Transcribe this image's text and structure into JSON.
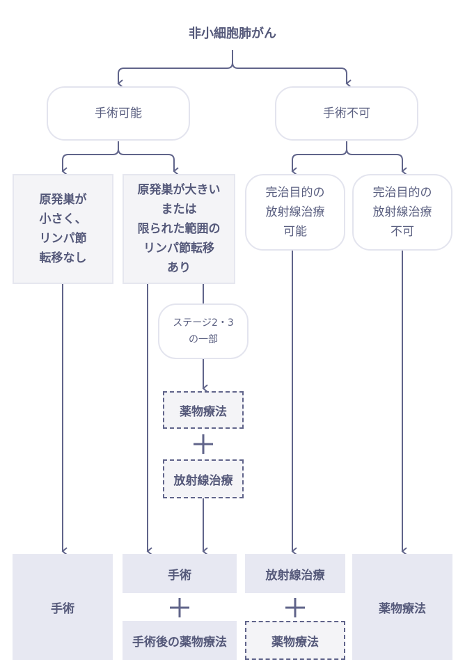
{
  "title": "非小細胞肺がん",
  "branches": {
    "operable": "手術可能",
    "inoperable": "手術不可"
  },
  "conditions": {
    "small": "原発巣が\n小さく、\nリンパ節\n転移なし",
    "large": "原発巣が大きい\nまたは\n限られた範囲の\nリンパ節転移\nあり",
    "radical_ok": "完治目的の\n放射線治療\n可能",
    "radical_ng": "完治目的の\n放射線治療\n不可"
  },
  "stage_note": "ステージ2・3\nの一部",
  "neoadjuvant": {
    "drug": "薬物療法",
    "radiation": "放射線治療"
  },
  "results": {
    "surgery_only": "手術",
    "surgery": "手術",
    "post_surgery_drug": "手術後の薬物療法",
    "radiation": "放射線治療",
    "radiation_drug": "薬物療法",
    "drug_only": "薬物療法"
  },
  "colors": {
    "line": "#60648a",
    "grey_box": "#f4f4f7",
    "result_box": "#e7e8f2",
    "rounded_border": "#e3e4ee"
  }
}
